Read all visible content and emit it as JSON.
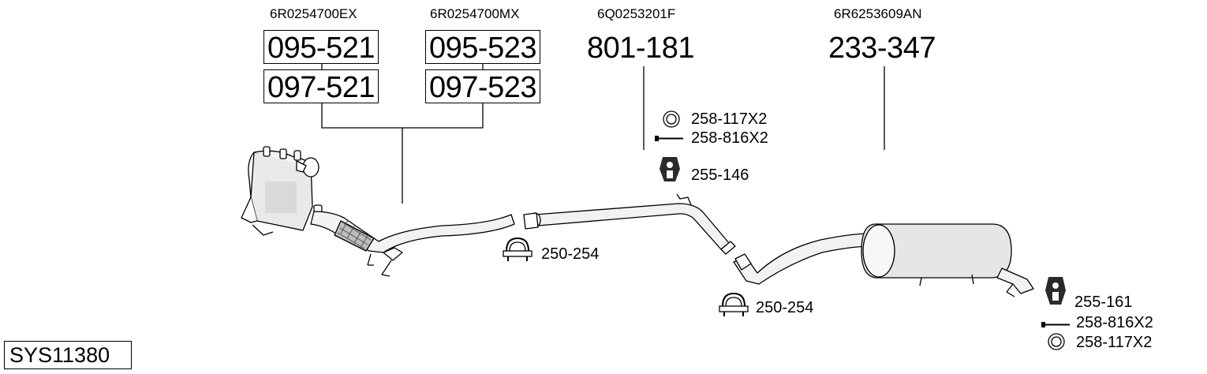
{
  "diagram": {
    "system_code": "SYS11380",
    "oem_numbers": [
      "6R0254700EX",
      "6R0254700MX",
      "6Q0253201F",
      "6R6253609AN"
    ],
    "part_boxes": {
      "col1_top": "095-521",
      "col1_bottom": "097-521",
      "col2_top": "095-523",
      "col2_bottom": "097-523"
    },
    "main_parts": [
      "801-181",
      "233-347"
    ],
    "accessories": {
      "ring_mid": "258-117X2",
      "bolt_mid": "258-816X2",
      "hanger_mid": "255-146",
      "clamp_left": "250-254",
      "clamp_mid": "250-254",
      "hanger_right": "255-161",
      "bolt_right": "258-816X2",
      "ring_right": "258-117X2"
    }
  }
}
